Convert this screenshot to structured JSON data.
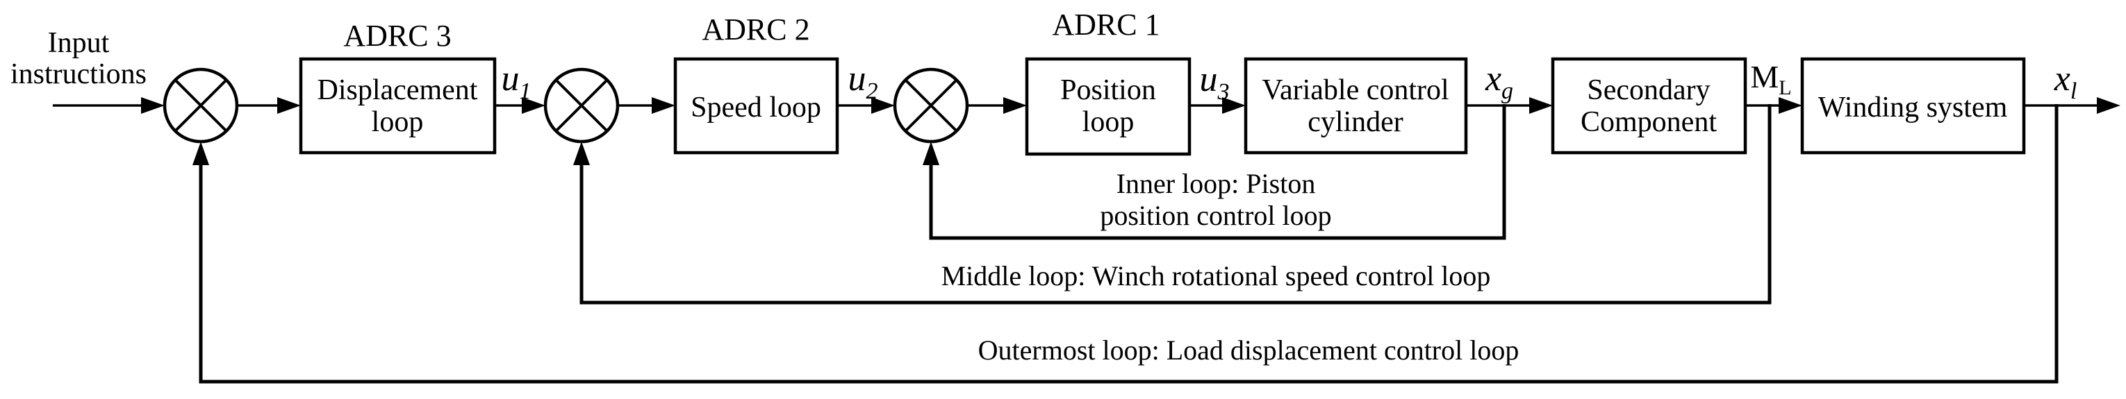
{
  "figure": {
    "background": "#ffffff",
    "stroke_color": "#000000",
    "input": {
      "line1": "Input",
      "line2": "instructions"
    },
    "controllers": [
      {
        "name": "ADRC 3"
      },
      {
        "name": "ADRC 2"
      },
      {
        "name": "ADRC 1"
      }
    ],
    "blocks": [
      {
        "line1": "Displacement",
        "line2": "loop"
      },
      {
        "line1": "Speed loop"
      },
      {
        "line1": "Position",
        "line2": "loop"
      },
      {
        "line1": "Variable control",
        "line2": "cylinder"
      },
      {
        "line1": "Secondary",
        "line2": "Component"
      },
      {
        "line1": "Winding system"
      }
    ],
    "signals": [
      {
        "main": "u",
        "sub": "1"
      },
      {
        "main": "u",
        "sub": "2"
      },
      {
        "main": "u",
        "sub": "3"
      },
      {
        "main": "x",
        "sub": "g"
      },
      {
        "main": "M",
        "sub": "L"
      },
      {
        "main": "x",
        "sub": "l"
      }
    ],
    "loop_labels": {
      "inner_line1": "Inner loop: Piston",
      "inner_line2": "position control loop",
      "middle": "Middle loop: Winch rotational speed control loop",
      "outer": "Outermost loop: Load displacement control loop"
    }
  }
}
